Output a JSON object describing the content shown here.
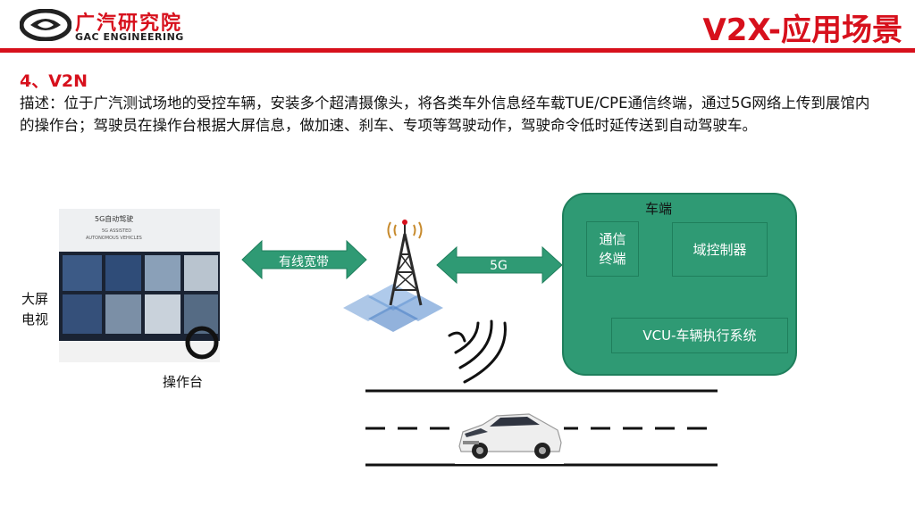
{
  "header": {
    "logo_cn": "广汽研究院",
    "logo_en": "GAC ENGINEERING",
    "title": "V2X-应用场景"
  },
  "section": {
    "title": "4、V2N",
    "description": "描述：位于广汽测试场地的受控车辆，安装多个超清摄像头，将各类车外信息经车载TUE/CPE通信终端，通过5G网络上传到展馆内的操作台；驾驶员在操作台根据大屏信息，做加速、刹车、专项等驾驶动作，驾驶命令低时延传送到自动驾驶车。"
  },
  "photo": {
    "screen_title": "5G自动驾驶",
    "screen_subtitle_1": "5G ASSISTED",
    "screen_subtitle_2": "AUTONOMOUS VEHICLES",
    "label_screen_line1": "大屏",
    "label_screen_line2": "电视",
    "label_console": "操作台"
  },
  "links": {
    "wired": "有线宽带",
    "wireless": "5G"
  },
  "vehicle": {
    "title": "车端",
    "comm_line1": "通信",
    "comm_line2": "终端",
    "domain": "域控制器",
    "vcu": "VCU-车辆执行系统"
  },
  "colors": {
    "brand_red": "#d7101c",
    "green": "#2f9a74",
    "green_dark": "#1f7f5c",
    "tower_blue": "#5b8fd0"
  }
}
